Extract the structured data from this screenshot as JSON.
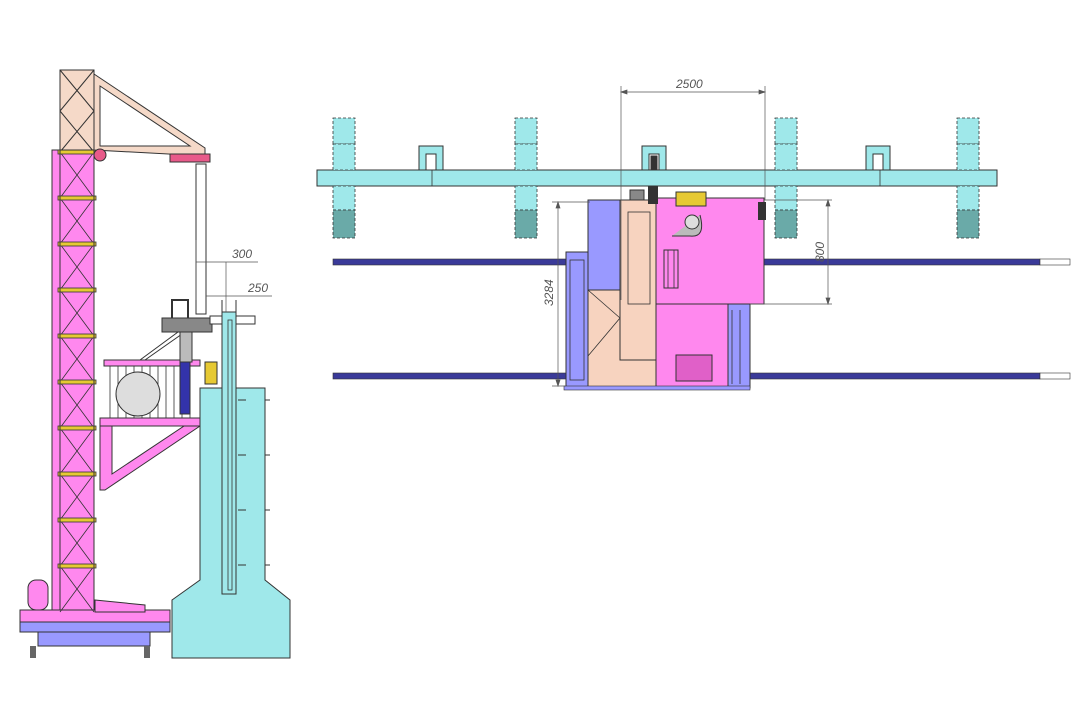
{
  "dimensions": {
    "side_offset_a": "300",
    "side_offset_b": "250",
    "plan_spacing": "2500",
    "plan_height": "3284",
    "plan_offset": "800"
  },
  "colors": {
    "mast": "#ff88ee",
    "frame": "#f5d9c8",
    "structure": "#9fe8ea",
    "blue": "#9999ff",
    "rail": "#3a3a99",
    "yellow": "#e6c933",
    "teal": "#6aaaa8",
    "tan": "#f7d3bf",
    "line": "#333333",
    "dim": "#555555"
  }
}
